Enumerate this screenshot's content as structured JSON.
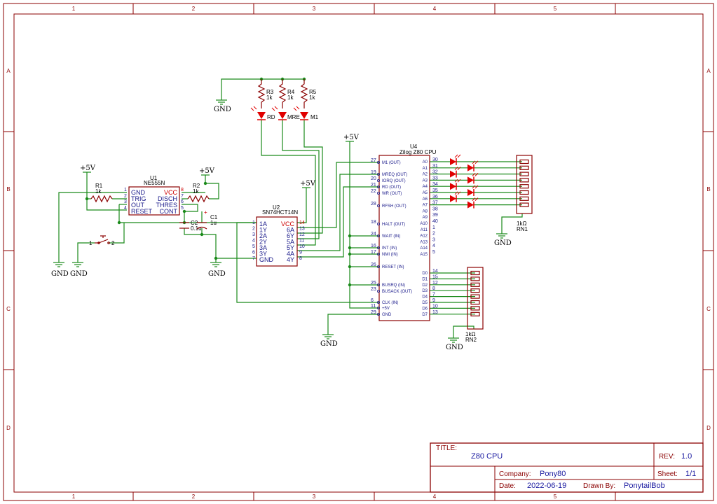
{
  "frame": {
    "cols": [
      "1",
      "2",
      "3",
      "4",
      "5"
    ],
    "rows": [
      "A",
      "B",
      "C",
      "D"
    ]
  },
  "title_block": {
    "title_label": "TITLE:",
    "title": "Z80 CPU",
    "rev_label": "REV:",
    "rev": "1.0",
    "company_label": "Company:",
    "company": "Pony80",
    "sheet_label": "Sheet:",
    "sheet": "1/1",
    "date_label": "Date:",
    "date": "2022-06-19",
    "drawn_label": "Drawn By:",
    "drawn_by": "PonytailBob"
  },
  "power": {
    "vcc": "+5V",
    "gnd": "GND"
  },
  "u1": {
    "ref": "U1",
    "part": "NE555N",
    "pins_left": [
      "GND",
      "TRIG",
      "OUT",
      "RESET"
    ],
    "pins_right": [
      "VCC",
      "DISCH",
      "THRES",
      "CONT"
    ],
    "nums_left": [
      "1",
      "2",
      "3",
      "4"
    ],
    "nums_right": [
      "8",
      "7",
      "6",
      "5"
    ]
  },
  "r1": {
    "ref": "R1",
    "value": "1k"
  },
  "r2": {
    "ref": "R2",
    "value": "1k"
  },
  "r3": {
    "ref": "R3",
    "value": "1k"
  },
  "r4": {
    "ref": "R4",
    "value": "1k"
  },
  "r5": {
    "ref": "R5",
    "value": "1k"
  },
  "c1": {
    "ref": "C1",
    "value": "1u",
    "polarity": "+"
  },
  "c2": {
    "ref": "C2",
    "value": "0.1u"
  },
  "sw": {
    "pin1": "1",
    "pin2": "2"
  },
  "leds_top": [
    "RD",
    "MRE",
    "M1"
  ],
  "u2": {
    "ref": "U2",
    "part": "SN74HCT14N",
    "pins_left": [
      "1A",
      "1Y",
      "2A",
      "2Y",
      "3A",
      "3Y",
      "GND"
    ],
    "pins_right": [
      "VCC",
      "6A",
      "6Y",
      "5A",
      "5Y",
      "4A",
      "4Y"
    ],
    "nums_left": [
      "1",
      "2",
      "3",
      "4",
      "5",
      "6",
      "7"
    ],
    "nums_right": [
      "14",
      "13",
      "12",
      "11",
      "10",
      "9",
      "8"
    ]
  },
  "u4": {
    "ref": "U4",
    "part": "Zilog Z80 CPU",
    "left_pins": [
      {
        "num": "27",
        "name": "M1 (OUT)"
      },
      {
        "num": "19",
        "name": "MREQ (OUT)"
      },
      {
        "num": "20",
        "name": "IORQ (OUT)"
      },
      {
        "num": "21",
        "name": "RD (OUT)"
      },
      {
        "num": "22",
        "name": "WR (OUT)"
      },
      {
        "num": "28",
        "name": "RFSH (OUT)"
      },
      {
        "num": "18",
        "name": "HALT (OUT)"
      },
      {
        "num": "24",
        "name": "WAIT (IN)"
      },
      {
        "num": "16",
        "name": "INT (IN)"
      },
      {
        "num": "17",
        "name": "NMI (IN)"
      },
      {
        "num": "26",
        "name": "RESET (IN)"
      },
      {
        "num": "25",
        "name": "BUSRQ (IN)"
      },
      {
        "num": "23",
        "name": "BUSACK (OUT)"
      },
      {
        "num": "6",
        "name": "CLK (IN)"
      },
      {
        "num": "11",
        "name": "+5V"
      },
      {
        "num": "29",
        "name": "GND"
      }
    ],
    "addr_names": [
      "A0",
      "A1",
      "A2",
      "A3",
      "A4",
      "A5",
      "A6",
      "A7",
      "A8",
      "A9",
      "A10",
      "A11",
      "A12",
      "A13",
      "A14",
      "A15"
    ],
    "addr_nums": [
      "30",
      "31",
      "32",
      "33",
      "34",
      "35",
      "36",
      "37",
      "38",
      "39",
      "40",
      "1",
      "2",
      "3",
      "4",
      "5"
    ],
    "data_names": [
      "D0",
      "D1",
      "D2",
      "D3",
      "D4",
      "D5",
      "D6",
      "D7"
    ],
    "data_nums": [
      "14",
      "15",
      "12",
      "8",
      "7",
      "9",
      "10",
      "13"
    ]
  },
  "rn1": {
    "ref": "RN1",
    "value": "1kΩ"
  },
  "rn2": {
    "ref": "RN2",
    "value": "1kΩ"
  }
}
